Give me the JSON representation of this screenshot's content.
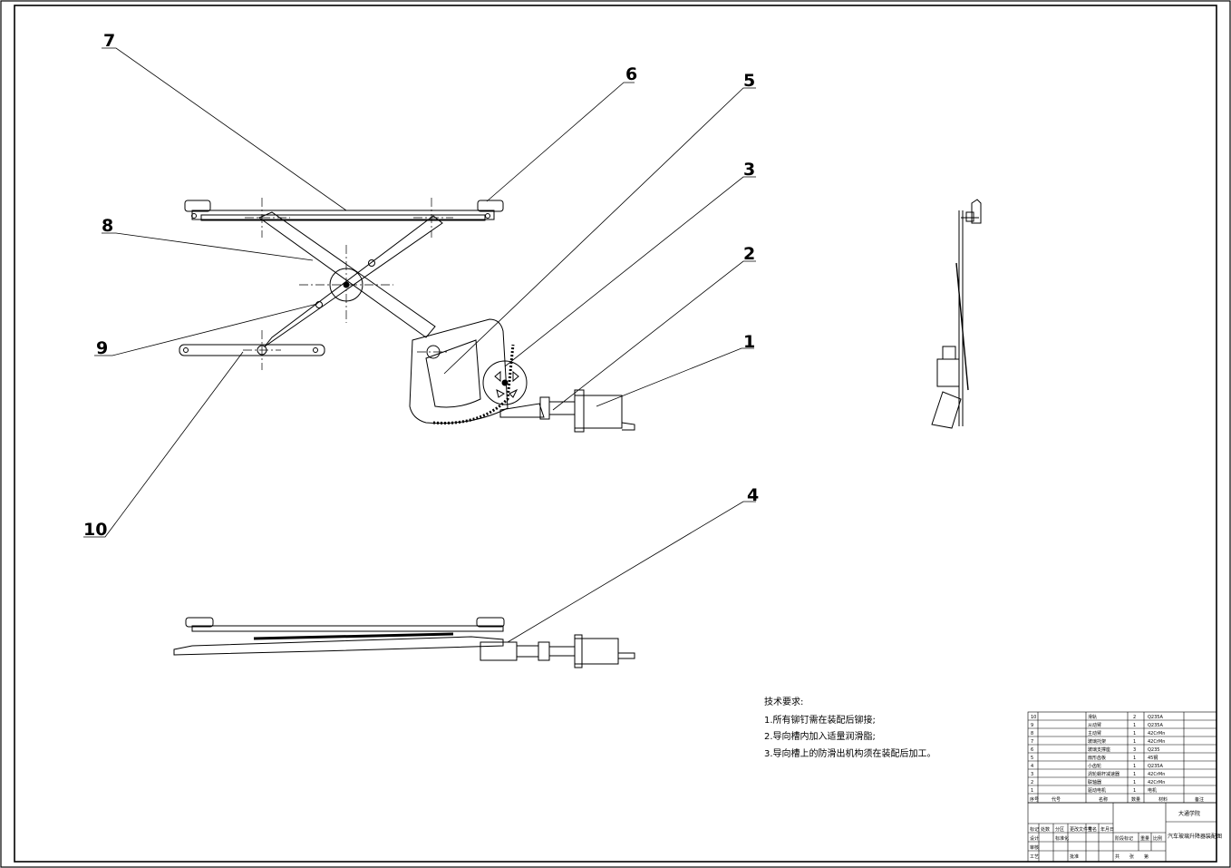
{
  "callouts": [
    {
      "id": "7",
      "label": "7"
    },
    {
      "id": "6",
      "label": "6"
    },
    {
      "id": "5",
      "label": "5"
    },
    {
      "id": "3",
      "label": "3"
    },
    {
      "id": "8",
      "label": "8"
    },
    {
      "id": "2",
      "label": "2"
    },
    {
      "id": "9",
      "label": "9"
    },
    {
      "id": "1",
      "label": "1"
    },
    {
      "id": "10",
      "label": "10"
    },
    {
      "id": "4",
      "label": "4"
    }
  ],
  "notes": {
    "title": "技术要求:",
    "items": [
      "1.所有铆钉需在装配后铆接;",
      "2.导向槽内加入适量润滑脂;",
      "3.导向槽上的防滑出机构须在装配后加工。"
    ]
  },
  "bom": {
    "rows": [
      [
        "10",
        "滑轨",
        "2",
        "Q235A"
      ],
      [
        "9",
        "从动臂",
        "1",
        "Q235A"
      ],
      [
        "8",
        "主动臂",
        "1",
        "42CrMn"
      ],
      [
        "7",
        "玻璃托架",
        "1",
        "42CrMn"
      ],
      [
        "6",
        "玻璃支撑座",
        "3",
        "Q235"
      ],
      [
        "5",
        "扇形齿板",
        "1",
        "45钢"
      ],
      [
        "4",
        "小齿轮",
        "1",
        "Q235A"
      ],
      [
        "3",
        "涡轮蜗杆减速器",
        "1",
        "42CrMn"
      ],
      [
        "2",
        "联轴器",
        "1",
        "42CrMn"
      ],
      [
        "1",
        "驱动电机",
        "1",
        "电机"
      ]
    ],
    "header": [
      "序号",
      "代号",
      "名称",
      "数量",
      "材料",
      "备注"
    ]
  },
  "title_block": {
    "school": "大通学院",
    "drawing_name": "汽车玻璃升降器装配图",
    "cells": [
      "标记",
      "处数",
      "分区",
      "更改文件号",
      "签名",
      "年月日",
      "设计",
      "标准化",
      "审核",
      "工艺",
      "批准",
      "阶段标记",
      "重量",
      "比例",
      "共",
      "张",
      "第"
    ]
  }
}
